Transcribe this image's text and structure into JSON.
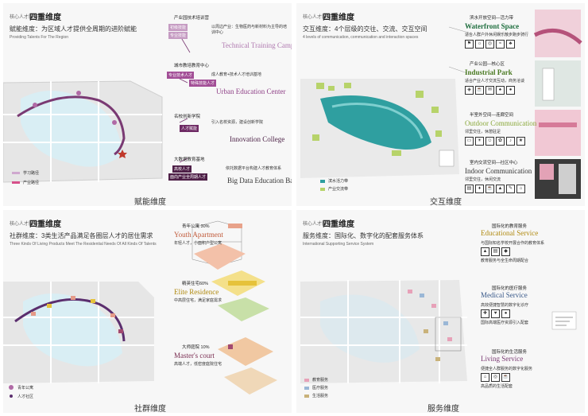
{
  "common": {
    "header_small": "核心人才服务",
    "header_title": "四重维度"
  },
  "panel_tl": {
    "subtitle_zh": "赋能维度：为区域人才提供全周期的进阶赋能",
    "subtitle_en": "Providing Talents For The Region",
    "caption": "赋能维度",
    "legend": [
      "学习路径",
      "产业路径"
    ],
    "items": [
      {
        "zh": "产业园技术培训营",
        "en": "Technical Training Camp",
        "tags": [
          "初级技能",
          "专业技能"
        ],
        "note": "以周边产业：生物医药与新材料为主导的培训中心"
      },
      {
        "zh": "城市教培教育中心",
        "en": "Urban Education Center",
        "tags": [
          "专业技术人才",
          "特殊技能人才"
        ],
        "note": "成人教育+技术人才培训基地"
      },
      {
        "zh": "名校创新学院",
        "en": "Innovation College",
        "tags": [
          "人才赋能"
        ],
        "note": "引入名校资源，建设创新学院"
      },
      {
        "zh": "大数据教育基地",
        "en": "Big Data Education Base",
        "tags": [
          "高校人才",
          "面向产业全周期人才"
        ],
        "note": "依托数据平台构建人才教育体系"
      }
    ]
  },
  "panel_tr": {
    "subtitle_zh": "交互维度：4个层级的交往、交流、交互空间",
    "subtitle_en": "4 levels of communication, communication and interaction spaces",
    "caption": "交互维度",
    "legend": [
      "滨水活力带",
      "产业交流带"
    ],
    "items": [
      {
        "zh": "滨水开放空间—活力带",
        "en": "Waterfront Space",
        "note": "适合人群户外休闲娱乐散步跑步骑行"
      },
      {
        "zh": "产业公园—核心区",
        "en": "Industrial Park",
        "note": "适合产业人才交流互动，商务洽谈"
      },
      {
        "zh": "半室外空间—连廊空间",
        "en": "Outdoor Communication",
        "note": "邻里交往，休憩驻足"
      },
      {
        "zh": "室内交流空间—社区中心",
        "en": "Indoor Communication",
        "note": "邻里交往，休闲交流"
      }
    ]
  },
  "panel_bl": {
    "subtitle_zh": "社群维度：3类生活产品满足各圈层人才的居住需求",
    "subtitle_en": "Three Kinds Of Living Products Meet The Residential Needs Of All Kinds Of Talents",
    "caption": "社群维度",
    "legend": [
      "青年公寓",
      "人才社区"
    ],
    "items": [
      {
        "zh": "青年公寓 30%",
        "en": "Youth Apartment",
        "note": "年轻人才，小面积户型公寓",
        "value": 30,
        "color": "#e8a28a"
      },
      {
        "zh": "精英住宅60%",
        "en": "Elite Residence",
        "note": "中高层住宅，满足家庭需求",
        "value": 60,
        "color": "#e6c23a"
      },
      {
        "zh": "大师庭院 10%",
        "en": "Master's court",
        "note": "高端人才，低密度庭院住宅",
        "value": 10,
        "color": "#a24970"
      }
    ]
  },
  "panel_br": {
    "subtitle_zh": "服务维度：国际化、数字化的配套服务体系",
    "subtitle_en": "International Supporting Service System",
    "caption": "服务维度",
    "legend": [
      "教育服务",
      "医疗服务",
      "生活服务"
    ],
    "items": [
      {
        "zh": "国际化的教育服务",
        "en": "Educational Service",
        "note1": "与国际知名学校开展合作的教育体系",
        "note2": "教育服务与全生命周期配合"
      },
      {
        "zh": "国际化的医疗服务",
        "en": "Medical Service",
        "note1": "高效便捷智慧的数字化诊疗",
        "note2": "国际高端医疗资源引入配套"
      },
      {
        "zh": "国际化的生活服务",
        "en": "Living Service",
        "note1": "便捷全人群服务的数字化服务",
        "note2": "高品质的生活配套"
      }
    ]
  }
}
